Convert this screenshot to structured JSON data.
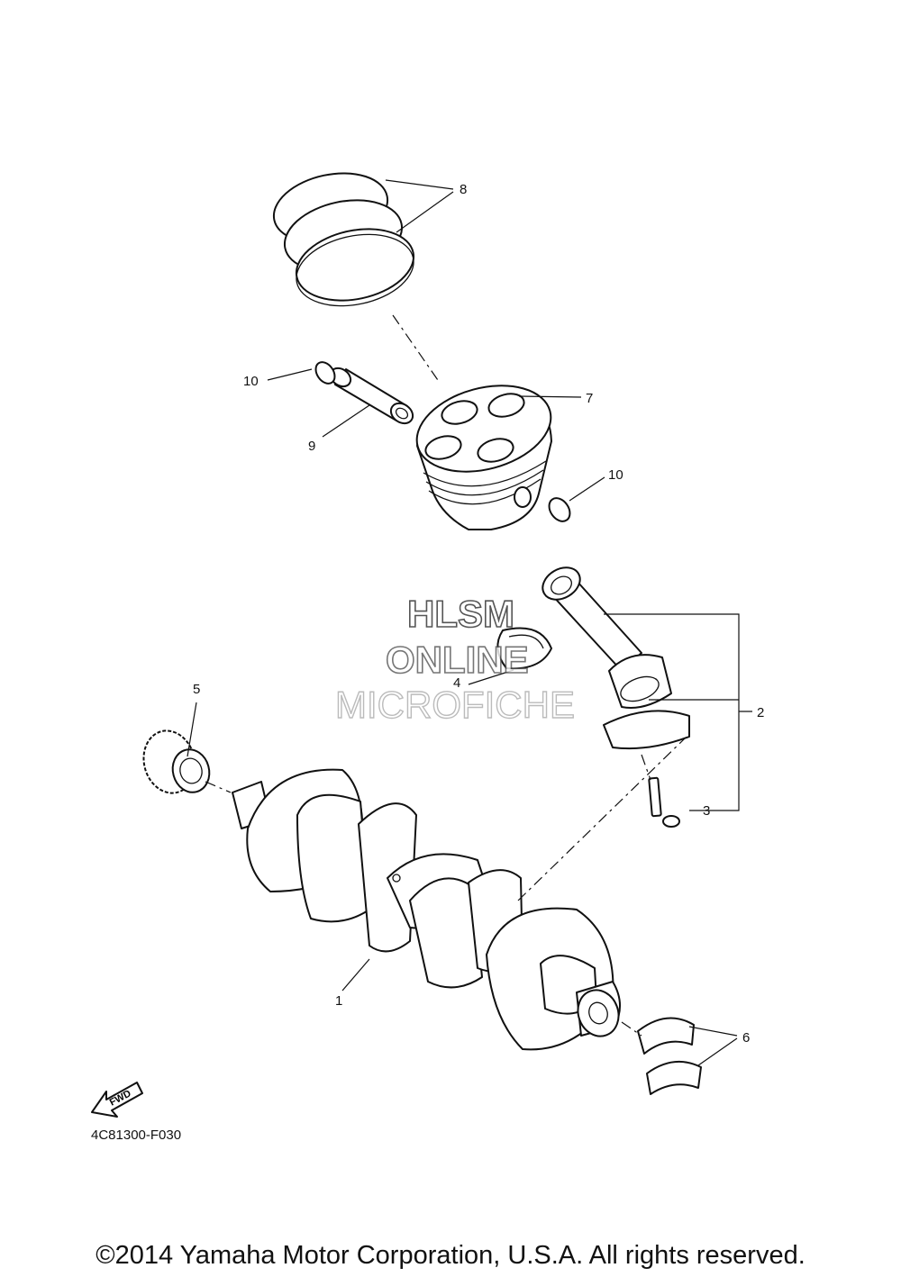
{
  "diagram": {
    "callouts": {
      "c1": "1",
      "c2": "2",
      "c3": "3",
      "c4": "4",
      "c5": "5",
      "c6": "6",
      "c7": "7",
      "c8": "8",
      "c9": "9",
      "c10a": "10",
      "c10b": "10"
    },
    "fwd_label": "FWD",
    "diagram_code": "4C81300-F030"
  },
  "watermark": {
    "line1": "HLSM",
    "line2": "ONLINE",
    "line3": "MICROFICHE"
  },
  "footer": {
    "copyright": "©2014 Yamaha Motor Corporation, U.S.A. All rights reserved."
  }
}
